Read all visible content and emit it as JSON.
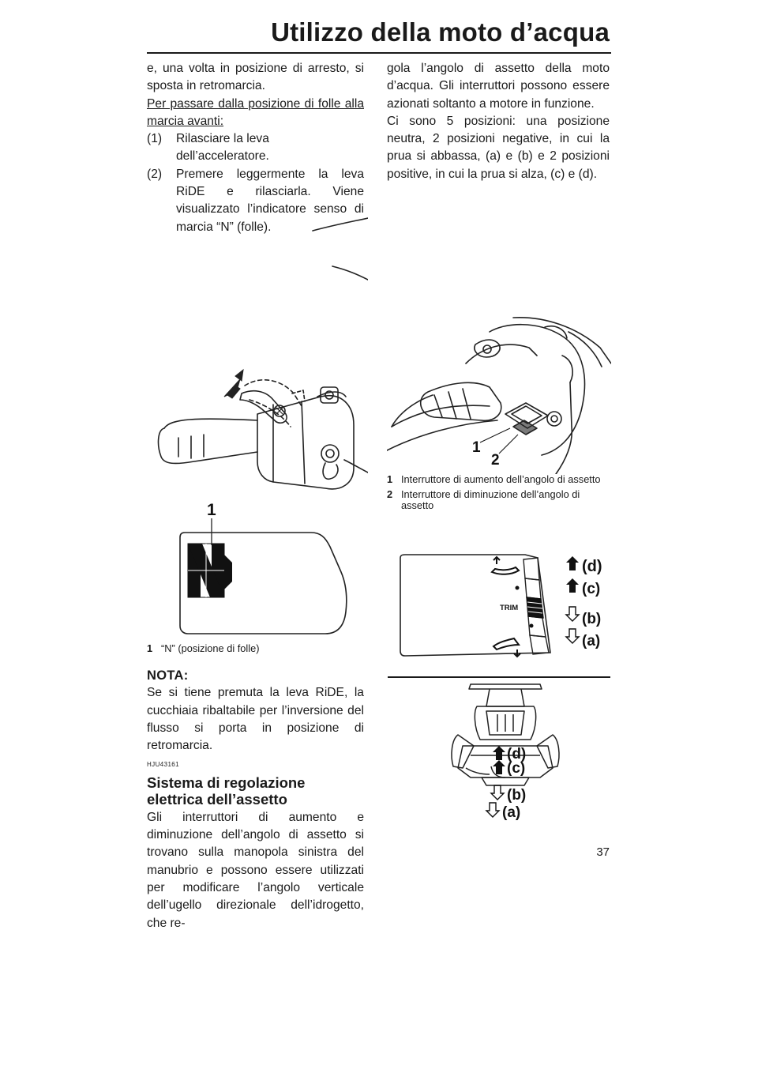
{
  "header": {
    "title": "Utilizzo della moto d’acqua"
  },
  "left": {
    "para1": "e, una volta in posizione di arresto, si sposta in retromarcia.",
    "underlined": "Per passare dalla posizione di folle alla marcia avanti:",
    "steps": [
      {
        "num": "(1)",
        "text": "Rilasciare la leva dell’acceleratore."
      },
      {
        "num": "(2)",
        "text": "Premere leggermente la leva RiDE e rilasciarla. Viene visualizzato l’indicatore senso di marcia “N” (folle)."
      }
    ],
    "figure": {
      "callout": "1",
      "letter": "N",
      "caption_num": "1",
      "caption_text": "“N” (posizione di folle)"
    },
    "nota_title": "NOTA:",
    "nota_text": "Se si tiene premuta la leva RiDE, la cucchiaia ribaltabile per l’inversione del flusso si porta in posizione di retromarcia.",
    "section_code": "HJU43161",
    "section_title": "Sistema di regolazione elettrica dell’assetto",
    "section_text": "Gli interruttori di aumento e diminuzione dell’angolo di assetto si trovano sulla manopola sinistra del manubrio e possono essere utilizzati per modificare l’angolo verticale dell’ugello direzionale dell’idrogetto, che re-"
  },
  "right": {
    "para1": "gola l’angolo di assetto della moto d’acqua. Gli interruttori possono essere azionati soltanto a motore in funzione.",
    "para2": "Ci sono 5 posizioni: una posizione neutra, 2 posizioni negative, in cui la prua si abbassa, (a) e (b) e 2 posizioni positive, in cui la prua si alza, (c) e (d).",
    "figure1": {
      "callout1": "1",
      "callout2": "2",
      "captions": [
        {
          "num": "1",
          "text": "Interruttore di aumento dell’angolo di assetto"
        },
        {
          "num": "2",
          "text": "Interruttore di diminuzione dell’angolo di assetto"
        }
      ]
    },
    "figure2": {
      "trim_label": "TRIM",
      "labels": [
        "(d)",
        "(c)",
        "(b)",
        "(a)"
      ]
    },
    "figure3": {
      "labels": [
        "(d)",
        "(c)",
        "(b)",
        "(a)"
      ]
    }
  },
  "page_number": "37"
}
